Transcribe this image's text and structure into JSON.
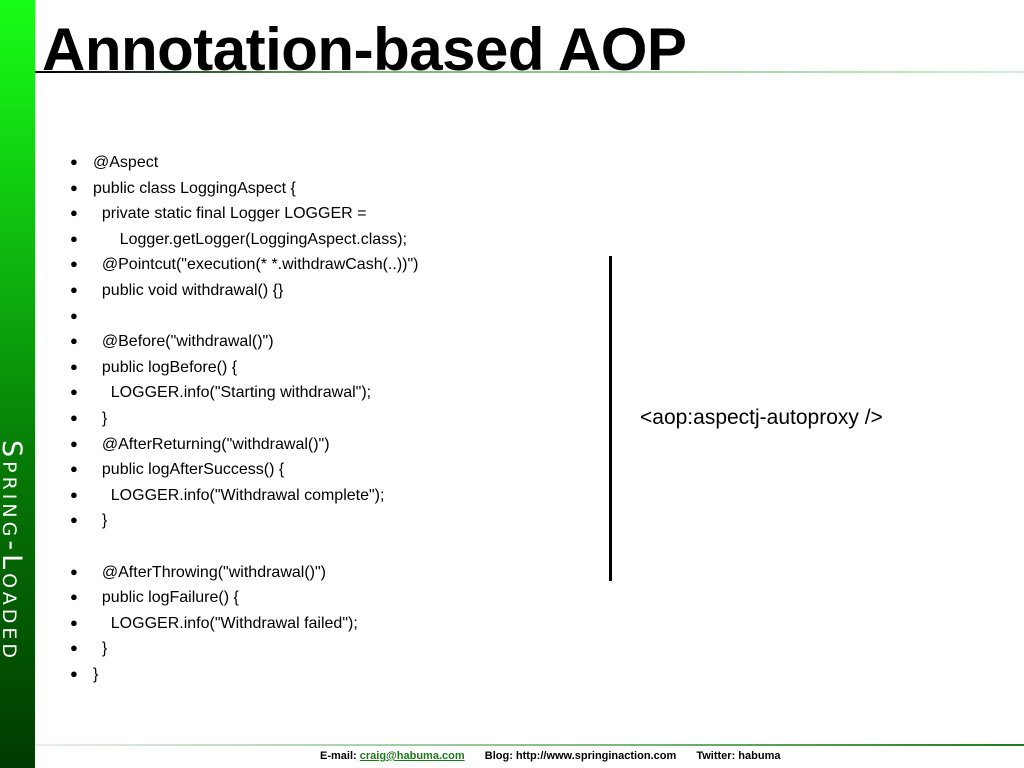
{
  "sidebar": {
    "brand": "Spring-Loaded"
  },
  "slide": {
    "title": "Annotation-based AOP",
    "code_lines": [
      "@Aspect",
      "public class LoggingAspect {",
      "  private static final Logger LOGGER =",
      "      Logger.getLogger(LoggingAspect.class);",
      "  @Pointcut(\"execution(* *.withdrawCash(..))\")",
      "  public void withdrawal() {}",
      "",
      "  @Before(\"withdrawal()\")",
      "  public logBefore() {",
      "    LOGGER.info(\"Starting withdrawal\");",
      "  }",
      "  @AfterReturning(\"withdrawal()\")",
      "  public logAfterSuccess() {",
      "    LOGGER.info(\"Withdrawal complete\");",
      "  }",
      "",
      "  @AfterThrowing(\"withdrawal()\")",
      "  public logFailure() {",
      "    LOGGER.info(\"Withdrawal failed\");",
      "  }",
      "}"
    ],
    "config_snippet": "<aop:aspectj-autoproxy />"
  },
  "footer": {
    "email_label": "E-mail:",
    "email": "craig@habuma.com",
    "blog": "Blog: http://www.springinaction.com",
    "twitter": "Twitter: habuma"
  },
  "colors": {
    "sidebar_top": "#17ff17",
    "sidebar_bottom": "#003a00",
    "link": "#1a7a1a"
  }
}
